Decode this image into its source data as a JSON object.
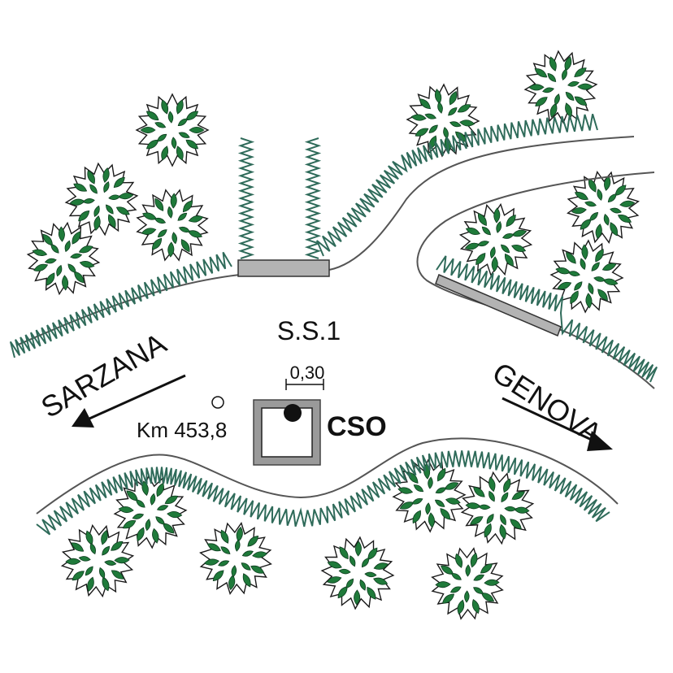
{
  "road_name": "S.S.1",
  "west_destination": "SARZANA",
  "east_destination": "GENOVA",
  "kilometre_marker": "Km 453,8",
  "station_code": "CSO",
  "dimension_label": "0,30",
  "colors": {
    "tree_fill": "#1f7a3a",
    "tree_outline": "#1a1a1a",
    "grass": "#2f6b5a",
    "road_edge": "#555555",
    "culvert": "#b3b3b3",
    "station_frame": "#9a9a9a"
  },
  "icons": [
    "tree-icon",
    "kilometre-stone-icon",
    "station-marker-icon",
    "arrow-icon"
  ]
}
